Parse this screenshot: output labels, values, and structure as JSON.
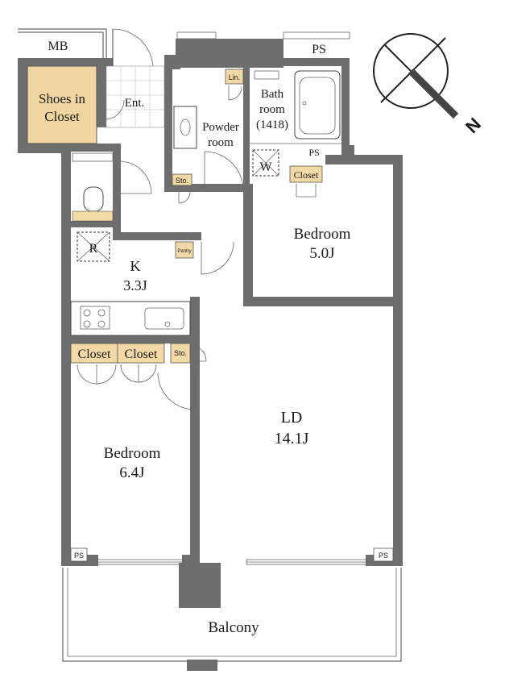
{
  "plan": {
    "labels": {
      "mb": "MB",
      "ps_top": "PS",
      "shoes_line1": "Shoes in",
      "shoes_line2": "Closet",
      "entrance": "Ent.",
      "linen": "Lin.",
      "bath_line1": "Bath",
      "bath_line2": "room",
      "bath_line3": "(1418)",
      "powder_line1": "Powder",
      "powder_line2": "room",
      "ps_bath": "PS",
      "washer": "W",
      "closet_small": "Closet",
      "storage_powder": "Sto.",
      "refrigerator": "R",
      "pantry": "Pantry",
      "kitchen_name": "K",
      "kitchen_size": "3.3J",
      "bedroom2_name": "Bedroom",
      "bedroom2_size": "5.0J",
      "closet_a": "Closet",
      "closet_b": "Closet",
      "storage_k": "Sto.",
      "ld_name": "LD",
      "ld_size": "14.1J",
      "bedroom1_name": "Bedroom",
      "bedroom1_size": "6.4J",
      "ps_left": "PS",
      "ps_right": "PS",
      "balcony": "Balcony",
      "north": "N"
    },
    "colors": {
      "wall": "#6e6e6e",
      "closet_fill": "#f3d9a6",
      "shoes_fill": "#f0d5a0"
    },
    "compass": {
      "label": "N",
      "direction": "south-east"
    }
  }
}
